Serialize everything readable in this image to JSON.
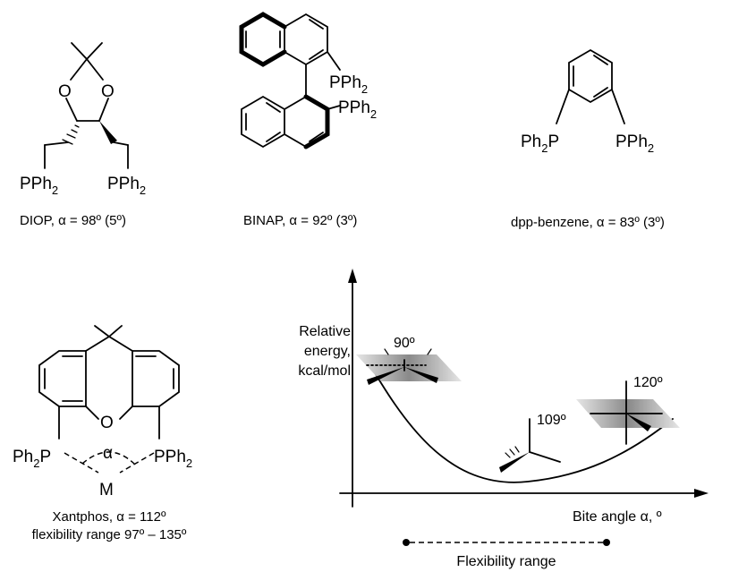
{
  "ligands": {
    "diop": {
      "atom_o": "O",
      "pph2": "PPh",
      "sub2": "2",
      "caption_name": "DIOP, ",
      "alpha": "α",
      "caption_value": " = 98º (5º)"
    },
    "binap": {
      "pph2": "PPh",
      "sub2": "2",
      "caption_name": "BINAP, ",
      "alpha": "α",
      "caption_value": " = 92º (3º)"
    },
    "dppbenzene": {
      "ph2p_a": "Ph",
      "ph2p_sub": "2",
      "ph2p_p": "P",
      "pph2": "PPh",
      "sub2": "2",
      "caption_name": "dpp-benzene, ",
      "alpha": "α",
      "caption_value": " = 83º (3º)"
    },
    "xantphos": {
      "atom_o": "O",
      "atom_m": "M",
      "alpha": "α",
      "ph2p_a": "Ph",
      "ph2p_sub": "2",
      "ph2p_p": "P",
      "pph2": "PPh",
      "sub2": "2",
      "caption_line1_name": "Xantphos, ",
      "caption_line1_value": " = 112º",
      "caption_line2": "flexibility range 97º – 135º"
    }
  },
  "graph": {
    "ylabel_lines": [
      "Relative",
      "energy,",
      "kcal/mol"
    ],
    "xlabel_prefix": "Bite angle ",
    "xlabel_alpha": "α",
    "xlabel_suffix": ", º",
    "angle_labels": [
      "90º",
      "109º",
      "120º"
    ],
    "flexibility_label": "Flexibility range"
  },
  "colors": {
    "ink": "#000000",
    "plane_dark": "#8a8a8a",
    "plane_light": "#e6e6e6"
  }
}
